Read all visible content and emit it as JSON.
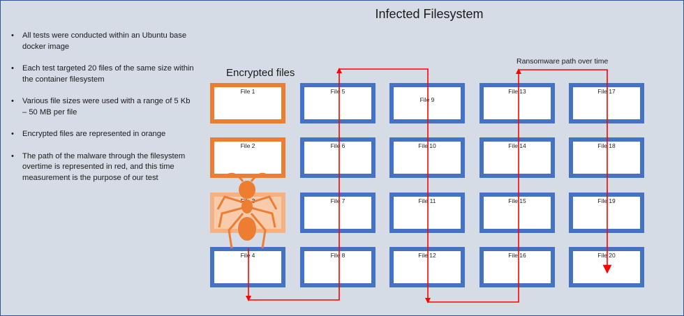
{
  "title": "Infected Filesystem",
  "bullets": [
    "All tests were conducted within an Ubuntu base docker image",
    "Each test targeted 20 files of the same size within the container filesystem",
    "Various file sizes were used with a range of 5 Kb – 50 MB per file",
    "Encrypted files are represented in orange",
    "The path of the malware through the filesystem overtime is represented in red, and this time measurement is the purpose of our test"
  ],
  "encrypted_label": "Encrypted files",
  "path_label": "Ransomware path over time",
  "files": [
    {
      "label": "File 1",
      "state": "encrypted"
    },
    {
      "label": "File 2",
      "state": "encrypted"
    },
    {
      "label": "File 3",
      "state": "current"
    },
    {
      "label": "File 4",
      "state": "normal"
    },
    {
      "label": "File 5",
      "state": "normal"
    },
    {
      "label": "File 6",
      "state": "normal"
    },
    {
      "label": "File 7",
      "state": "normal"
    },
    {
      "label": "File 8",
      "state": "normal"
    },
    {
      "label": "File 9",
      "state": "normal"
    },
    {
      "label": "File 10",
      "state": "normal"
    },
    {
      "label": "File 11",
      "state": "normal"
    },
    {
      "label": "File 12",
      "state": "normal"
    },
    {
      "label": "File 13",
      "state": "normal"
    },
    {
      "label": "File 14",
      "state": "normal"
    },
    {
      "label": "File 15",
      "state": "normal"
    },
    {
      "label": "File 16",
      "state": "normal"
    },
    {
      "label": "File 17",
      "state": "normal"
    },
    {
      "label": "File 18",
      "state": "normal"
    },
    {
      "label": "File 19",
      "state": "normal"
    },
    {
      "label": "File 20",
      "state": "normal"
    }
  ],
  "colors": {
    "normal_border": "#4472c4",
    "encrypted_border": "#ed7d31",
    "current_fill": "#f8cbad",
    "path": "#ff0000",
    "malware_icon": "#ed7d31"
  },
  "icons": [
    "ant-icon"
  ]
}
